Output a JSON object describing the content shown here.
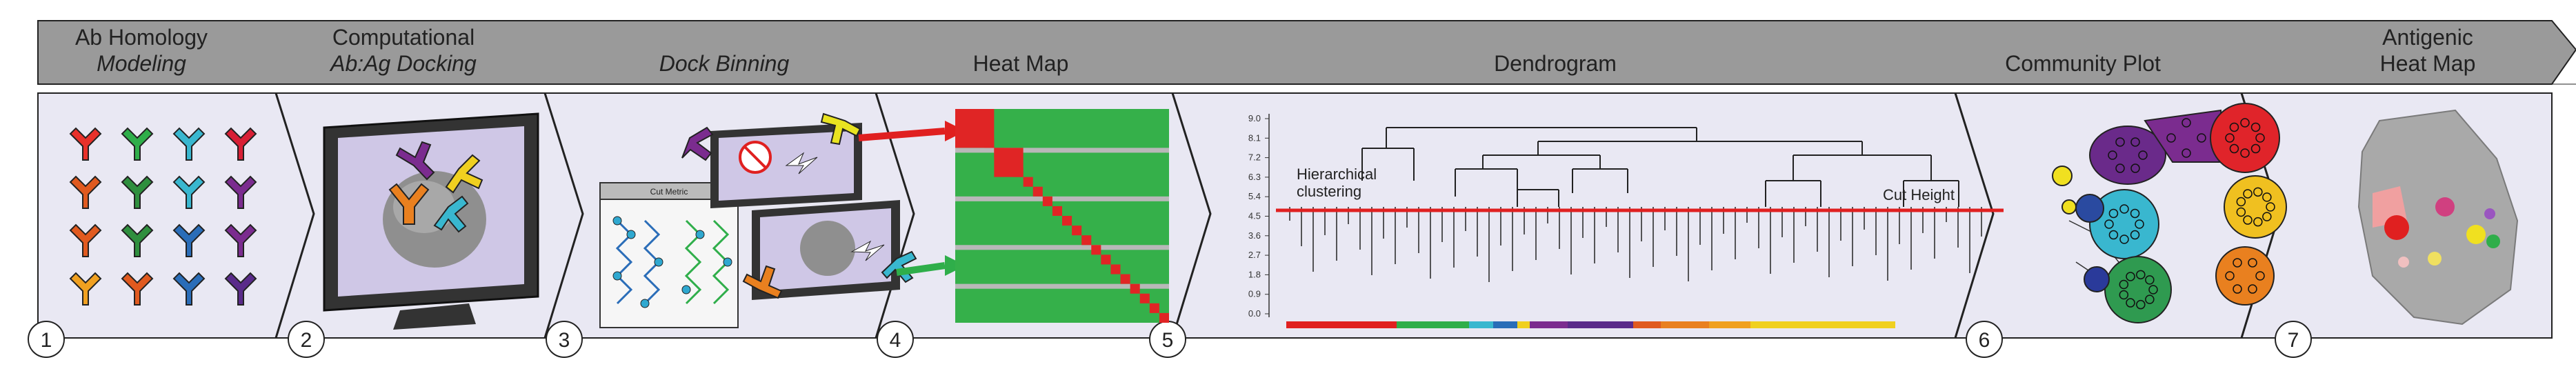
{
  "header": {
    "stages": [
      {
        "line1": "Ab Homology",
        "line2": "Modeling"
      },
      {
        "line1": "Computational",
        "line2": "Ab:Ag Docking"
      },
      {
        "line1": "Dock Binning",
        "line2": ""
      },
      {
        "line1": "Heat Map",
        "line2": ""
      },
      {
        "line1": "Dendrogram",
        "line2": ""
      },
      {
        "line1": "Community Plot",
        "line2": ""
      },
      {
        "line1": "Antigenic",
        "line2": "Heat Map"
      }
    ]
  },
  "steps": [
    "1",
    "2",
    "3",
    "4",
    "5",
    "6",
    "7"
  ],
  "dock_binning": {
    "panel_title": "Cut Metric"
  },
  "dendrogram": {
    "y_ticks": [
      "9.0",
      "8.1",
      "7.2",
      "6.3",
      "5.4",
      "4.5",
      "3.6",
      "2.7",
      "1.8",
      "0.9",
      "0.0"
    ],
    "annotation_line1": "Hierarchical",
    "annotation_line2": "clustering",
    "cut_label": "Cut Height"
  },
  "colors": {
    "header_band": "#9a9a9a",
    "panel_bg": "#e9e8f3",
    "cut_line": "#e02020",
    "heat_bg": "#35b04a",
    "heat_hit": "#e02525",
    "antibody_palette": [
      "#e8312a",
      "#2fae4a",
      "#39b7cf",
      "#d81f35",
      "#e05a1f",
      "#2f8f3e",
      "#2a6db8",
      "#7b2c8f",
      "#f0a020",
      "#1f9a6a",
      "#2540a0",
      "#5a2b8a"
    ]
  },
  "icons": [
    "antibody-icon",
    "monitor-icon",
    "lightning-icon",
    "no-sign-icon",
    "arrow-icon"
  ]
}
